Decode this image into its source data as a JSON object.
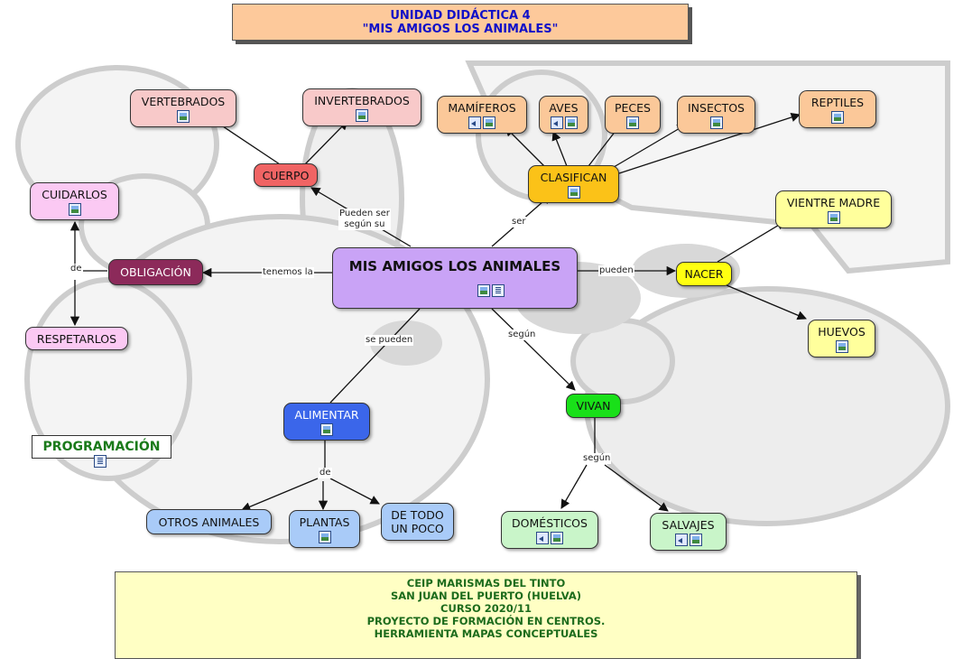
{
  "title": {
    "line1": "UNIDAD DIDÁCTICA 4",
    "line2": "\"MIS AMIGOS LOS ANIMALES\""
  },
  "nodes": {
    "central": {
      "label": "MIS AMIGOS LOS ANIMALES",
      "icons": [
        "image-icon",
        "document-icon"
      ]
    },
    "cuerpo": {
      "label": "CUERPO",
      "icons": []
    },
    "vertebrados": {
      "label": "VERTEBRADOS",
      "icons": [
        "image-icon"
      ]
    },
    "invertebrados": {
      "label": "INVERTEBRADOS",
      "icons": [
        "image-icon"
      ]
    },
    "clasifican": {
      "label": "CLASIFICAN",
      "icons": [
        "image-icon"
      ]
    },
    "mamiferos": {
      "label": "MAMÍFEROS",
      "icons": [
        "sound-icon",
        "image-icon"
      ]
    },
    "aves": {
      "label": "AVES",
      "icons": [
        "sound-icon",
        "image-icon"
      ]
    },
    "peces": {
      "label": "PECES",
      "icons": [
        "image-icon"
      ]
    },
    "insectos": {
      "label": "INSECTOS",
      "icons": [
        "image-icon"
      ]
    },
    "reptiles": {
      "label": "REPTILES",
      "icons": [
        "image-icon"
      ]
    },
    "cuidarlos": {
      "label": "CUIDARLOS",
      "icons": [
        "image-icon"
      ]
    },
    "obligacion": {
      "label": "OBLIGACIÓN",
      "icons": []
    },
    "respetarlos": {
      "label": "RESPETARLOS",
      "icons": []
    },
    "nacer": {
      "label": "NACER",
      "icons": []
    },
    "vientre": {
      "label": "VIENTRE MADRE",
      "icons": [
        "image-icon"
      ]
    },
    "huevos": {
      "label": "HUEVOS",
      "icons": [
        "image-icon"
      ]
    },
    "alimentar": {
      "label": "ALIMENTAR",
      "icons": [
        "image-icon"
      ]
    },
    "otros": {
      "label": "OTROS ANIMALES",
      "icons": []
    },
    "plantas": {
      "label": "PLANTAS",
      "icons": [
        "image-icon"
      ]
    },
    "detodo": {
      "label": "DE TODO\nUN POCO",
      "icons": []
    },
    "vivan": {
      "label": "VIVAN",
      "icons": []
    },
    "domesticos": {
      "label": "DOMÉSTICOS",
      "icons": [
        "sound-icon",
        "image-icon"
      ]
    },
    "salvajes": {
      "label": "SALVAJES",
      "icons": [
        "sound-icon",
        "image-icon"
      ]
    }
  },
  "links": {
    "pueden_ser": "Pueden ser\nsegún su",
    "ser": "ser",
    "tenemos_la": "tenemos la",
    "pueden": "pueden",
    "se_pueden": "se pueden",
    "segun1": "según",
    "de1": "de",
    "de2": "de",
    "segun2": "según"
  },
  "programacion": {
    "label": "PROGRAMACIÓN",
    "icon": "document-icon"
  },
  "footer": [
    "CEIP MARISMAS DEL TINTO",
    "SAN JUAN DEL PUERTO (HUELVA)",
    "CURSO 2020/11",
    "PROYECTO DE FORMACIÓN EN CENTROS.",
    "HERRAMIENTA MAPAS CONCEPTUALES"
  ],
  "colors": {
    "central": "#c9a3f6",
    "cuerpo": "#f06464",
    "rosa": "#f8c9c9",
    "naranja": "#fbc899",
    "amarillo_oscuro": "#fbc218",
    "rosa_lila": "#fbc9f3",
    "obligacion": "#8c2a5a",
    "amarillo": "#ffff10",
    "amarillo_claro": "#ffff9c",
    "azul": "#3b66ea",
    "azul_claro": "#a9cbf8",
    "verde": "#19e019",
    "verde_claro": "#c9f5c9"
  }
}
